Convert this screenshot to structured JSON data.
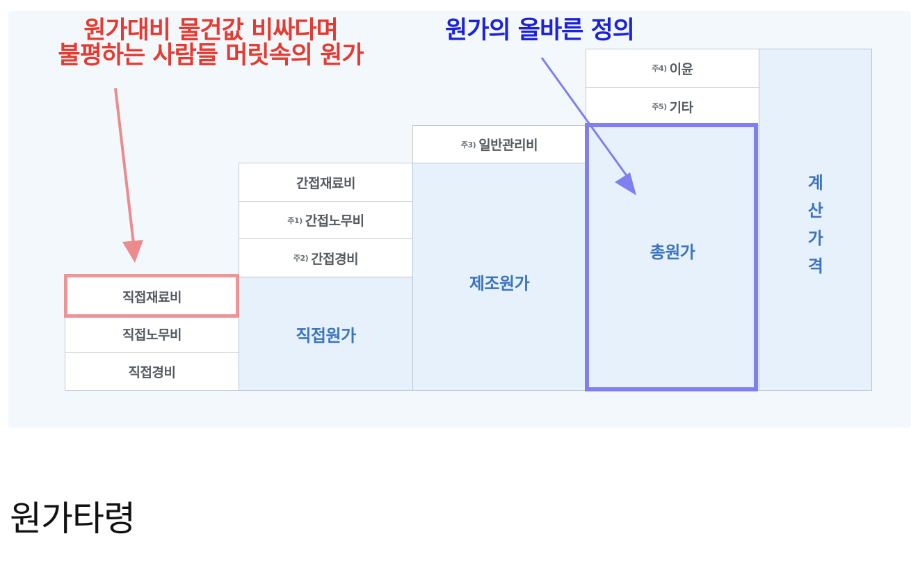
{
  "annotations": {
    "red_label_line1": "원가대비 물건값 비싸다며",
    "red_label_line2": "불평하는 사람들 머릿속의 원가",
    "blue_label": "원가의 올바른 정의",
    "colors": {
      "red": "#e53a30",
      "blue": "#1b22d8",
      "red_highlight": "#ec8a8c",
      "blue_highlight": "#7f7ff0"
    }
  },
  "diagram": {
    "column1": {
      "items": [
        {
          "label": "직접재료비",
          "note": ""
        },
        {
          "label": "직접노무비",
          "note": ""
        },
        {
          "label": "직접경비",
          "note": ""
        }
      ]
    },
    "column2": {
      "items": [
        {
          "label": "간접재료비",
          "note": ""
        },
        {
          "label": "간접노무비",
          "note": "주1)"
        },
        {
          "label": "간접경비",
          "note": "주2)"
        }
      ],
      "sum_label": "직접원가"
    },
    "column3": {
      "items": [
        {
          "label": "일반관리비",
          "note": "주3)"
        }
      ],
      "sum_label": "제조원가"
    },
    "column4": {
      "items": [
        {
          "label": "이윤",
          "note": "주4)"
        },
        {
          "label": "기타",
          "note": "주5)"
        }
      ],
      "sum_label": "총원가"
    },
    "column5": {
      "sum_chars": [
        "계",
        "산",
        "가",
        "격"
      ]
    },
    "colors": {
      "panel_bg": "#f3f8fd",
      "sum_bg": "#e7f1fb",
      "sum_text": "#3a74bf",
      "cell_text": "#555a60"
    }
  },
  "page": {
    "heading": "원가타령"
  }
}
